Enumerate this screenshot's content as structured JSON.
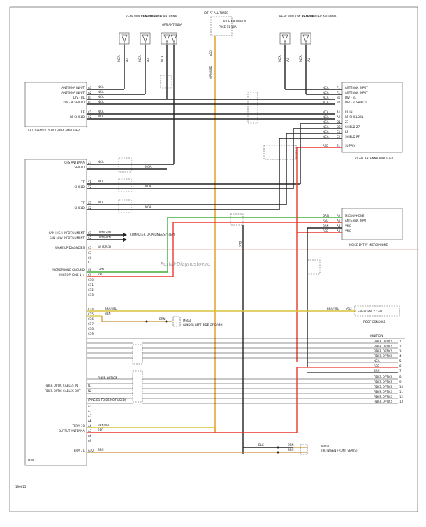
{
  "colors": {
    "orange": "#E8A33A",
    "red": "#E8392F",
    "green": "#3FAF3A",
    "yellow": "#D9C23A",
    "salmon": "#E9A58A",
    "black": "#222222"
  },
  "top": {
    "rear_window_antenna_1": "REAR WINDOW ANTENNA",
    "rear_window_antenna_2": "REAR WINDOW ANTENNA",
    "gps_antenna": "GPS ANTENNA",
    "fuse_box": "HOT AT ALL TIMES",
    "fuse_box_2": "RIGHT PDM BOX",
    "fuse_text": "FUSE 11 10A",
    "rear_window_antenna_3": "REAR WINDOW ANTENNA",
    "rear_spoiler_antenna": "REAR SPOILER ANTENNA",
    "nca": "NCA",
    "pin_a1": "A1",
    "pin_a2": "A2",
    "pin_a3": "A3",
    "pin_a10": "A10",
    "orn_red": "ORN/RED"
  },
  "left_amp": {
    "title": "LEFT 2-WAY CITY ANTENNA AMPLIFIER",
    "pins": [
      {
        "pin": "A1",
        "label": "ANTENNA INPUT",
        "wire": "NCA"
      },
      {
        "pin": "A2",
        "label": "ANTENNA INPUT",
        "wire": "NCA"
      },
      {
        "pin": "B1",
        "label": "DIV - BL",
        "wire": "NCA"
      },
      {
        "pin": "B2",
        "label": "DIV - BLSHIELD",
        "wire": "NCA"
      },
      {
        "pin": "C1",
        "label": "RF",
        "wire": "NCA"
      },
      {
        "pin": "C2",
        "label": "RF SHIELD",
        "wire": "NCA"
      }
    ]
  },
  "right_amp": {
    "title": "RIGHT ANTENNA AMPLIFIER",
    "pins": [
      {
        "pin": "F1",
        "label": "ANTENNA INPUT",
        "wire": "NCA"
      },
      {
        "pin": "F2",
        "label": "ANTENNA INPUT",
        "wire": "NCA"
      },
      {
        "pin": "B1",
        "label": "DIV - BL",
        "wire": "NCA"
      },
      {
        "pin": "B2",
        "label": "DIV - BLSHIELD",
        "wire": "NCA"
      },
      {
        "pin": "A1",
        "label": "RF IN",
        "wire": "NCA"
      },
      {
        "pin": "A2",
        "label": "RF SHIELD IN",
        "wire": "NCA"
      },
      {
        "pin": "D1",
        "label": "Z7",
        "wire": "NCA"
      },
      {
        "pin": "D2",
        "label": "SHIELD Z7",
        "wire": "NCA"
      },
      {
        "pin": "C1",
        "label": "RF",
        "wire": "NCA"
      },
      {
        "pin": "C2",
        "label": "SHIELD RF",
        "wire": "NCA"
      },
      {
        "pin": "E1",
        "label": "SUPPLY",
        "wire": "RED"
      }
    ]
  },
  "mic": {
    "title": "NOISE ENTRY MICROPHONE",
    "pins": [
      {
        "pin": "A2",
        "label": "MICROPHONE",
        "wire": "GRN"
      },
      {
        "pin": "A1",
        "label": "ANTENNA INPUT",
        "wire": "RED"
      },
      {
        "pin": "A4",
        "label": "VNC -",
        "wire": "BRN"
      },
      {
        "pin": "A3",
        "label": "VNC +",
        "wire": "RED"
      }
    ]
  },
  "pcm": {
    "title": "PCM 2",
    "pins": [
      {
        "pin": "Z1",
        "label": "GPS ANTENNA",
        "wire": "NCA"
      },
      {
        "pin": "Z2",
        "label": "SHIELD",
        "wire": "NCA"
      },
      {
        "pin": "Y1",
        "label": "TF",
        "wire": "NCA"
      },
      {
        "pin": "Y2",
        "label": "SHIELD",
        "wire": "NCA"
      },
      {
        "pin": "X1",
        "label": "TF",
        "wire": "NCA"
      },
      {
        "pin": "X2",
        "label": "SHIELD",
        "wire": "NCA"
      },
      {
        "pin": "C1",
        "label": "CAN HIGH INFOTAINMENT",
        "wire": "ORN/GRN"
      },
      {
        "pin": "C2",
        "label": "CAN LOW INFOTAINMENT",
        "wire": "ORN/BRN"
      },
      {
        "pin": "C3",
        "label": "WAKE UP/DIAGNOSIS",
        "wire": "WHT/RED"
      },
      {
        "pin": "C5",
        "label": "",
        "wire": ""
      },
      {
        "pin": "C6",
        "label": "",
        "wire": ""
      },
      {
        "pin": "C7",
        "label": "",
        "wire": ""
      },
      {
        "pin": "C8",
        "label": "MICROPHONE GROUND",
        "wire": "GRN"
      },
      {
        "pin": "C9",
        "label": "MICROPHONE 1 +",
        "wire": "RED"
      },
      {
        "pin": "C10",
        "label": "",
        "wire": ""
      },
      {
        "pin": "C11",
        "label": "",
        "wire": ""
      },
      {
        "pin": "C12",
        "label": "",
        "wire": ""
      },
      {
        "pin": "C13",
        "label": "",
        "wire": ""
      },
      {
        "pin": "C14",
        "label": "",
        "wire": "BRN/YEL"
      },
      {
        "pin": "C15",
        "label": "",
        "wire": "BRN"
      },
      {
        "pin": "C16",
        "label": "",
        "wire": ""
      },
      {
        "pin": "C17",
        "label": "",
        "wire": ""
      },
      {
        "pin": "C18",
        "label": "",
        "wire": ""
      },
      {
        "pin": "C19",
        "label": "",
        "wire": ""
      }
    ],
    "fiber_in": "FIBER OPTIC CABLES IN",
    "fiber_out": "FIBER OPTIC CABLES OUT",
    "pins_b1": "(PINS B1 TO B6 NOT USED)",
    "fiber_optics": "FIBER OPTICS",
    "bottom_pins": [
      {
        "pin": "A1",
        "label": "",
        "wire": ""
      },
      {
        "pin": "A2",
        "label": "",
        "wire": ""
      },
      {
        "pin": "A3",
        "label": "",
        "wire": ""
      },
      {
        "pin": "A4",
        "label": "",
        "wire": ""
      },
      {
        "pin": "A5",
        "label": "",
        "wire": ""
      },
      {
        "pin": "A6",
        "label": "TERM 30",
        "wire": "BRN/YEL"
      },
      {
        "pin": "A7",
        "label": "OUTPUT ANTENNA",
        "wire": "RED"
      },
      {
        "pin": "A8",
        "label": "",
        "wire": ""
      },
      {
        "pin": "A9",
        "label": "",
        "wire": ""
      },
      {
        "pin": "A10",
        "label": "TERM 31",
        "wire": "BRN"
      }
    ],
    "n1": "N1",
    "n2": "N2"
  },
  "computer_data": "COMPUTER DATA LINES SYSTEM",
  "watermark": "Portal-Diagnostov.ru",
  "g1": {
    "code": "M603",
    "desc": "(UNDER LEFT SIDE OF DASH)",
    "wire": "BRN"
  },
  "g2": {
    "code": "M604",
    "desc": "(BETWEEN FRONT SEATS)",
    "wire1": "BRN",
    "wire2": "BRN"
  },
  "blk": "BLK",
  "emergency": {
    "box": "EMERGENCY CALL",
    "area": "ROOF CONSOLE",
    "pin": "A12",
    "wire": "BRN/YEL"
  },
  "wires_right": {
    "ignition": "IGNITION",
    "items": [
      {
        "label": "FIBER OPTICS",
        "num": "1"
      },
      {
        "label": "FIBER OPTICS",
        "num": "2"
      },
      {
        "label": "FIBER OPTICS",
        "num": "3"
      },
      {
        "label": "FIBER OPTICS",
        "num": "4"
      },
      {
        "label": "NCA",
        "num": "5"
      },
      {
        "label": "RED",
        "num": "6"
      },
      {
        "label": "BRN",
        "num": "7"
      },
      {
        "label": "FIBER OPTICS",
        "num": "8"
      },
      {
        "label": "FIBER OPTICS",
        "num": "9"
      },
      {
        "label": "FIBER OPTICS",
        "num": "10"
      },
      {
        "label": "FIBER OPTICS",
        "num": "11"
      },
      {
        "label": "FIBER OPTICS",
        "num": "12"
      },
      {
        "label": "FIBER OPTICS",
        "num": "13"
      }
    ]
  },
  "term_hex": "FUSE",
  "code": "190615"
}
